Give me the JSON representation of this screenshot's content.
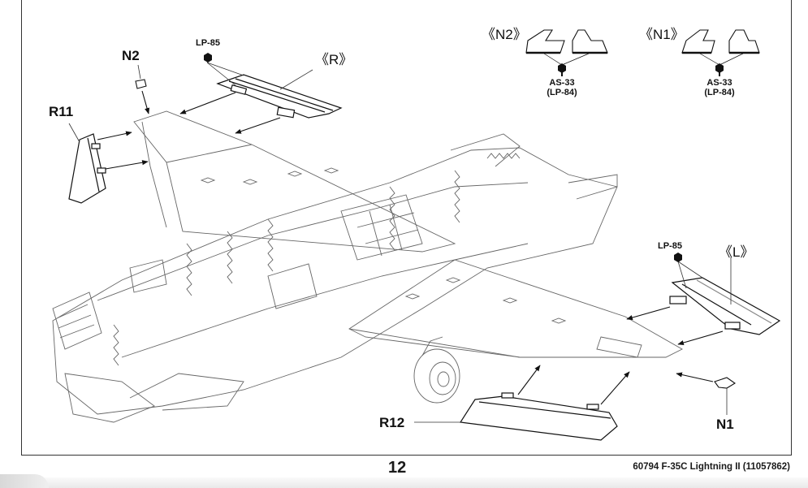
{
  "page": {
    "page_number": "12",
    "footer_text": "60794 F-35C Lightning II (11057862)"
  },
  "labels": {
    "n2_part": "N2",
    "r11_part": "R11",
    "lp85_right": "LP-85",
    "right_variant": "《R》",
    "lp85_left": "LP-85",
    "left_variant": "《L》",
    "r12_part": "R12",
    "n1_part": "N1"
  },
  "paint_callouts": [
    {
      "variant": "《N2》",
      "color_code": "AS-33",
      "alt_code": "(LP-84)"
    },
    {
      "variant": "《N1》",
      "color_code": "AS-33",
      "alt_code": "(LP-84)"
    }
  ],
  "colors": {
    "ink": "#1a1a1a",
    "line": "#555555",
    "paint_mark": "#111111"
  }
}
